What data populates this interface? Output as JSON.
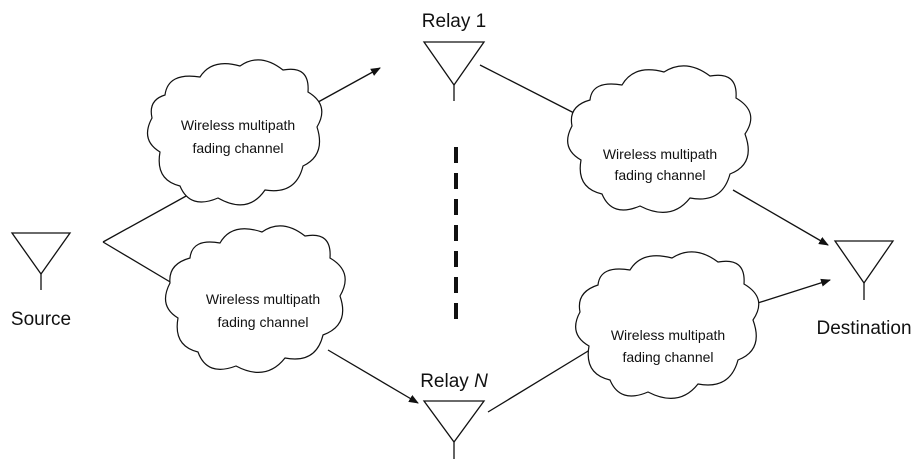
{
  "nodes": {
    "source": "Source",
    "destination": "Destination",
    "relay_1": "Relay 1",
    "relay_n_prefix": "Relay ",
    "relay_n_suffix": "N"
  },
  "channels": [
    {
      "line1": "Wireless multipath",
      "line2": "fading channel"
    },
    {
      "line1": "Wireless multipath",
      "line2": "fading channel"
    },
    {
      "line1": "Wireless multipath",
      "line2": "fading channel"
    },
    {
      "line1": "Wireless multipath",
      "line2": "fading channel"
    }
  ]
}
